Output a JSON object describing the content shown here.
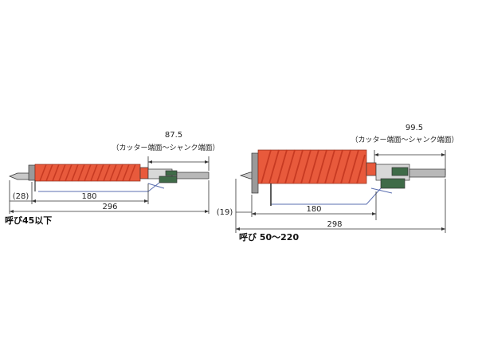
{
  "colors": {
    "cutter_body": "#e85a3c",
    "cutter_spiral": "#c73a22",
    "holder_green": "#3f6b48",
    "shank_gray": "#b8b8b8",
    "line_blue": "#5b6fb0"
  },
  "small_bit": {
    "top_dimension": "87.5",
    "top_note": "（カッター端面～シャンク端面）",
    "offset_dimension": "(28)",
    "inner_length": "180",
    "total_length": "296",
    "caption": "呼び45以下"
  },
  "large_bit": {
    "top_dimension": "99.5",
    "top_note": "（カッター端面～シャンク端面）",
    "offset_dimension": "(19)",
    "inner_length": "180",
    "total_length": "298",
    "caption": "呼び 50～220"
  }
}
